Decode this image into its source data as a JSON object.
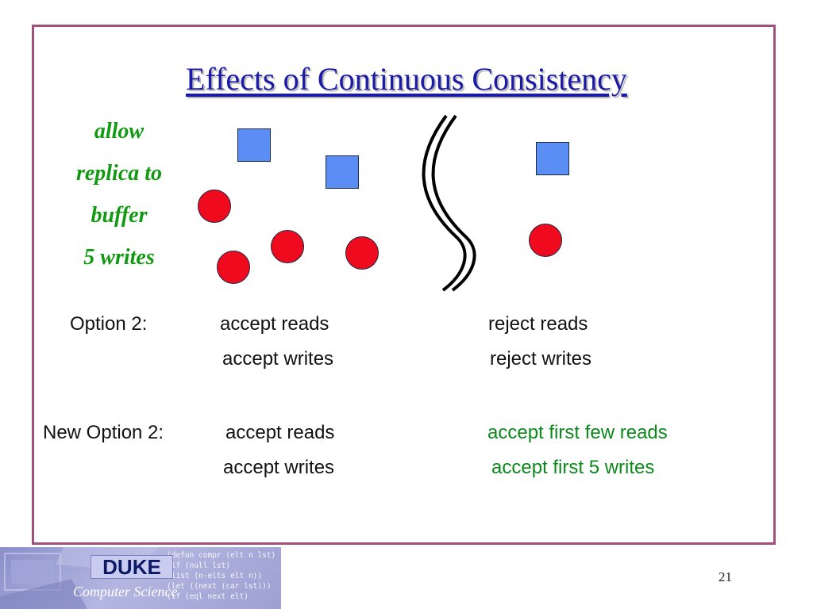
{
  "slide": {
    "title": "Effects of Continuous Consistency",
    "side_label": [
      "allow",
      "replica to",
      "buffer",
      "5 writes"
    ],
    "page_number": "21"
  },
  "rows": {
    "option2": {
      "label": "Option 2:",
      "left": [
        "accept reads",
        "accept writes"
      ],
      "right": [
        "reject reads",
        "reject writes"
      ]
    },
    "new_option2": {
      "label": "New Option 2:",
      "left": [
        "accept reads",
        "accept writes"
      ],
      "right": [
        "accept first few reads",
        "accept first 5 writes"
      ]
    }
  },
  "logo": {
    "name": "DUKE",
    "subtitle": "Computer Science",
    "code_lines": [
      "(defun compr (elt n lst)",
      "(if (null lst)",
      "(list (n-elts elt n))",
      "(let ((next (car lst)))",
      "(if (eql next elt)"
    ]
  },
  "colors": {
    "title": "#1a1aa6",
    "frame": "#a0507a",
    "side_label": "#119a11",
    "highlight_text": "#0b8a1a",
    "square": "#5b8ef5",
    "circle": "#f00a1e"
  }
}
